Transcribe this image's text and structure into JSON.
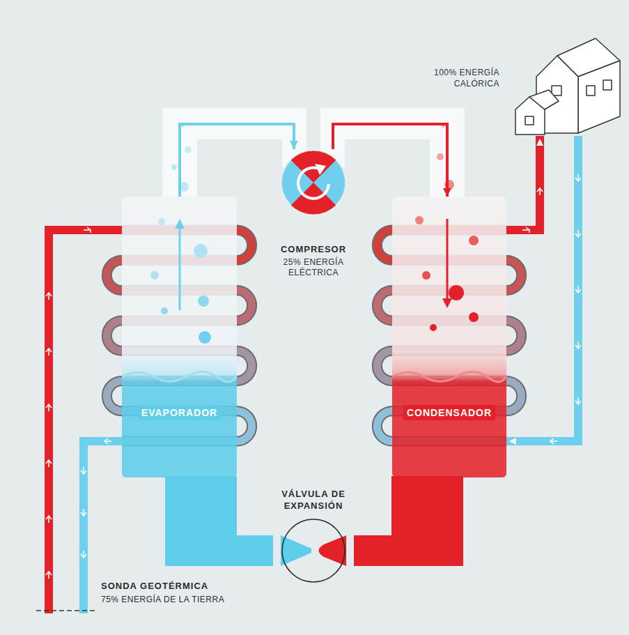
{
  "diagram": {
    "nodes": [
      {
        "text": [
          "EVAPORADOR"
        ]
      },
      {
        "text": [
          "COMPRESOR",
          "25% ENERGÍA ELÉCTRICA"
        ]
      },
      {
        "text": [
          "CONDENSADOR"
        ]
      },
      {
        "text": [
          "VÁLVULA DE EXPANSIÓN"
        ]
      },
      {
        "text": [
          "100% ENERGÍA CALÓRICA"
        ]
      }
    ],
    "edges": [
      {
        "from": 0,
        "to": 1,
        "arrow": "to"
      },
      {
        "from": 1,
        "to": 2,
        "arrow": "to"
      },
      {
        "from": 2,
        "to": 3,
        "arrow": "none"
      },
      {
        "from": 3,
        "to": 0,
        "arrow": "none"
      },
      {
        "from": 2,
        "to": 4,
        "arrow": "to"
      },
      {
        "from": 4,
        "to": 2,
        "arrow": "to"
      }
    ],
    "labels": [
      "SONDA GEOTÉRMICA",
      "75% ENERGÍA DE LA TIERRA"
    ]
  }
}
